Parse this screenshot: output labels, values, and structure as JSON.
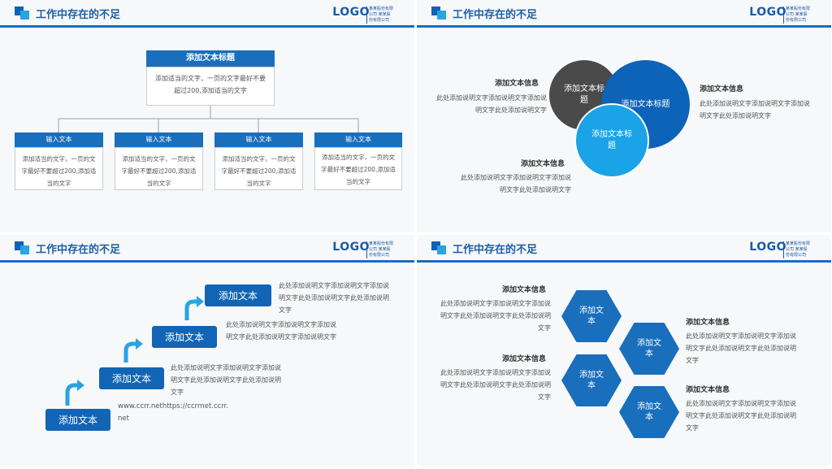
{
  "header": {
    "title": "工作中存在的不足",
    "logo": "LOGO",
    "logo_sub": "某某股份有限公司 某某股份有限公司"
  },
  "slide1": {
    "top_title": "添加文本标题",
    "top_body": "添加适当的文字，一页的文字最好不要超过200,添加适当的文字",
    "boxes": [
      {
        "title": "输入文本",
        "body": "添加适当的文字，一页的文字最好不要超过200,添加适当的文字"
      },
      {
        "title": "输入文本",
        "body": "添加适当的文字，一页的文字最好不要超过200,添加适当的文字"
      },
      {
        "title": "输入文本",
        "body": "添加适当的文字，一页的文字最好不要超过200,添加适当的文字"
      },
      {
        "title": "输入文本",
        "body": "添加适当的文字，一页的文字最好不要超过200,添加适当的文字"
      }
    ]
  },
  "slide2": {
    "circles": [
      "添加文本标题",
      "添加文本标题",
      "添加文本标题"
    ],
    "info_left_title": "添加文本信息",
    "info_left_body": "此处添加说明文字添加说明文字添加说明文字此处添加说明文字",
    "info_right_title": "添加文本信息",
    "info_right_body": "此处添加说明文字添加说明文字添加说明文字此处添加说明文字",
    "info_bottom_title": "添加文本信息",
    "info_bottom_body": "此处添加说明文字添加说明文字添加说明文字此处添加说明文字"
  },
  "slide3": {
    "steps": [
      "添加文本",
      "添加文本",
      "添加文本",
      "添加文本"
    ],
    "descs": [
      "此处添加说明文字添加说明文字添加说明文字此处添加说明文字此处添加说明文字",
      "此处添加说明文字添加说明文字添加说明文字此处添加说明文字添加说明文字",
      "此处添加说明文字添加说明文字添加说明文字此处添加说明文字此处添加说明文字"
    ],
    "url": "www.ccrr.nethttps://ccrrnet.ccrr.net"
  },
  "slide4": {
    "hexes": [
      "添加文本",
      "添加文本",
      "添加文本",
      "添加文本"
    ],
    "info": [
      {
        "title": "添加文本信息",
        "body": "此处添加说明文字添加说明文字添加说明文字此处添加说明文字此处添加说明文字"
      },
      {
        "title": "添加文本信息",
        "body": "此处添加说明文字添加说明文字添加说明文字此处添加说明文字此处添加说明文字"
      },
      {
        "title": "添加文本信息",
        "body": "此处添加说明文字添加说明文字添加说明文字此处添加说明文字此处添加说明文字"
      },
      {
        "title": "添加文本信息",
        "body": "此处添加说明文字添加说明文字添加说明文字此处添加说明文字此处添加说明文字"
      }
    ]
  }
}
